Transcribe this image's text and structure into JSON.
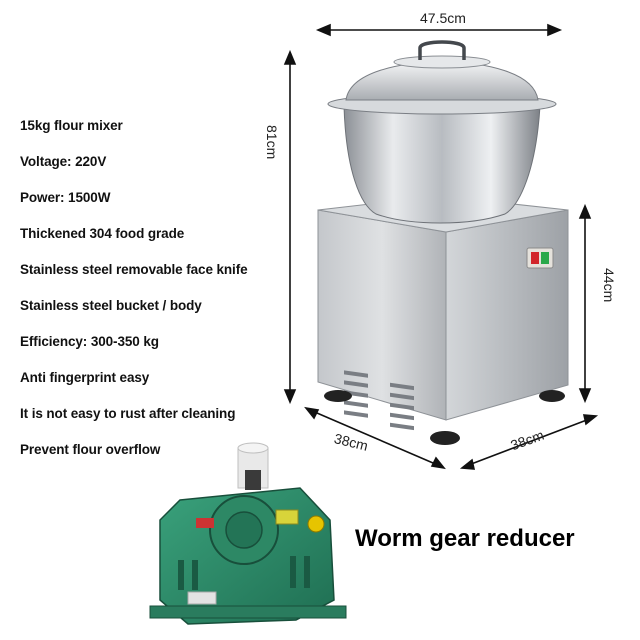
{
  "specs": [
    "15kg flour mixer",
    "Voltage: 220V",
    "Power: 1500W",
    "Thickened 304 food grade",
    "Stainless steel removable face knife",
    "Stainless steel bucket / body",
    "Efficiency: 300-350 kg",
    "Anti fingerprint easy",
    "It is not easy to rust after cleaning",
    "Prevent flour overflow"
  ],
  "dimensions": {
    "bowl_width": "47.5cm",
    "total_height": "81cm",
    "base_height": "44cm",
    "base_depth": "38cm",
    "base_width": "38cm"
  },
  "caption": "Worm gear reducer",
  "colors": {
    "steel": "#c9ccd0",
    "gearbox_green": "#2e8b6a",
    "switch_red": "#d2262b",
    "switch_green": "#2aa84a"
  }
}
